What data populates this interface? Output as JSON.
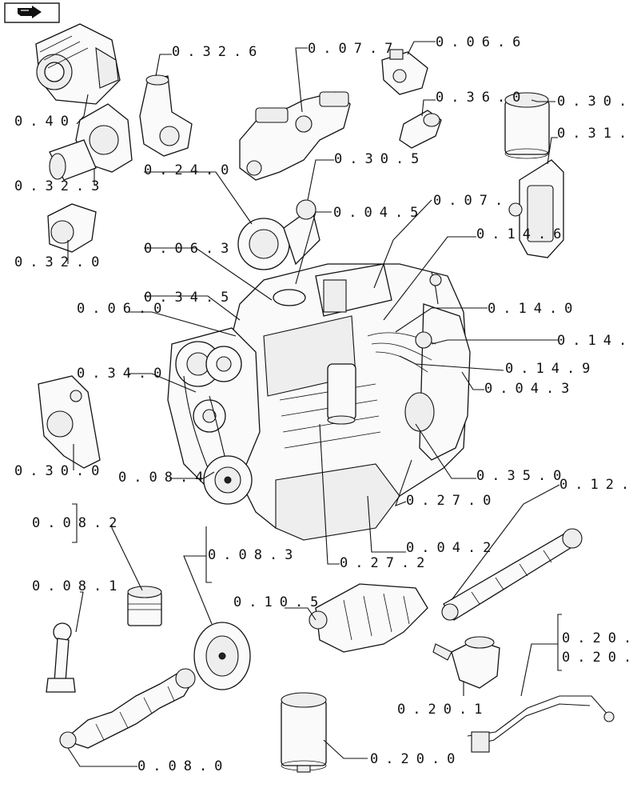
{
  "nav": {
    "icon": "forward-arrow-icon"
  },
  "labels": [
    {
      "id": "l1",
      "text": "0.32.6"
    },
    {
      "id": "l2",
      "text": "0.07.7"
    },
    {
      "id": "l3",
      "text": "0.06.6"
    },
    {
      "id": "l4",
      "text": "0.36.0"
    },
    {
      "id": "l5",
      "text": "0.30."
    },
    {
      "id": "l6",
      "text": "0.40"
    },
    {
      "id": "l7",
      "text": "0.31."
    },
    {
      "id": "l8",
      "text": "0.32.3"
    },
    {
      "id": "l9",
      "text": "0.24.0"
    },
    {
      "id": "l10",
      "text": "0.30.5"
    },
    {
      "id": "l11",
      "text": "0.07."
    },
    {
      "id": "l12",
      "text": "0.04.5"
    },
    {
      "id": "l13",
      "text": "0.32.0"
    },
    {
      "id": "l14",
      "text": "0.06.3"
    },
    {
      "id": "l15",
      "text": "0.14.6"
    },
    {
      "id": "l16",
      "text": "0.34.5"
    },
    {
      "id": "l17",
      "text": "0.06.0"
    },
    {
      "id": "l18",
      "text": "0.14.0"
    },
    {
      "id": "l19",
      "text": "0.14."
    },
    {
      "id": "l20",
      "text": "0.14.9"
    },
    {
      "id": "l21",
      "text": "0.34.0"
    },
    {
      "id": "l22",
      "text": "0.04.3"
    },
    {
      "id": "l23",
      "text": "0.30.0"
    },
    {
      "id": "l24",
      "text": "0.08.4"
    },
    {
      "id": "l25",
      "text": "0.35.0"
    },
    {
      "id": "l26",
      "text": "0.12."
    },
    {
      "id": "l27",
      "text": "0.27.0"
    },
    {
      "id": "l28",
      "text": "0.08.2"
    },
    {
      "id": "l29",
      "text": "0.04.2"
    },
    {
      "id": "l30",
      "text": "0.08.3"
    },
    {
      "id": "l31",
      "text": "0.27.2"
    },
    {
      "id": "l32",
      "text": "0.08.1"
    },
    {
      "id": "l33",
      "text": "0.10.5"
    },
    {
      "id": "l34",
      "text": "0.20."
    },
    {
      "id": "l35",
      "text": "0.20."
    },
    {
      "id": "l36",
      "text": "0.20.1"
    },
    {
      "id": "l37",
      "text": "0.20.0"
    },
    {
      "id": "l38",
      "text": "0.08.0"
    }
  ]
}
